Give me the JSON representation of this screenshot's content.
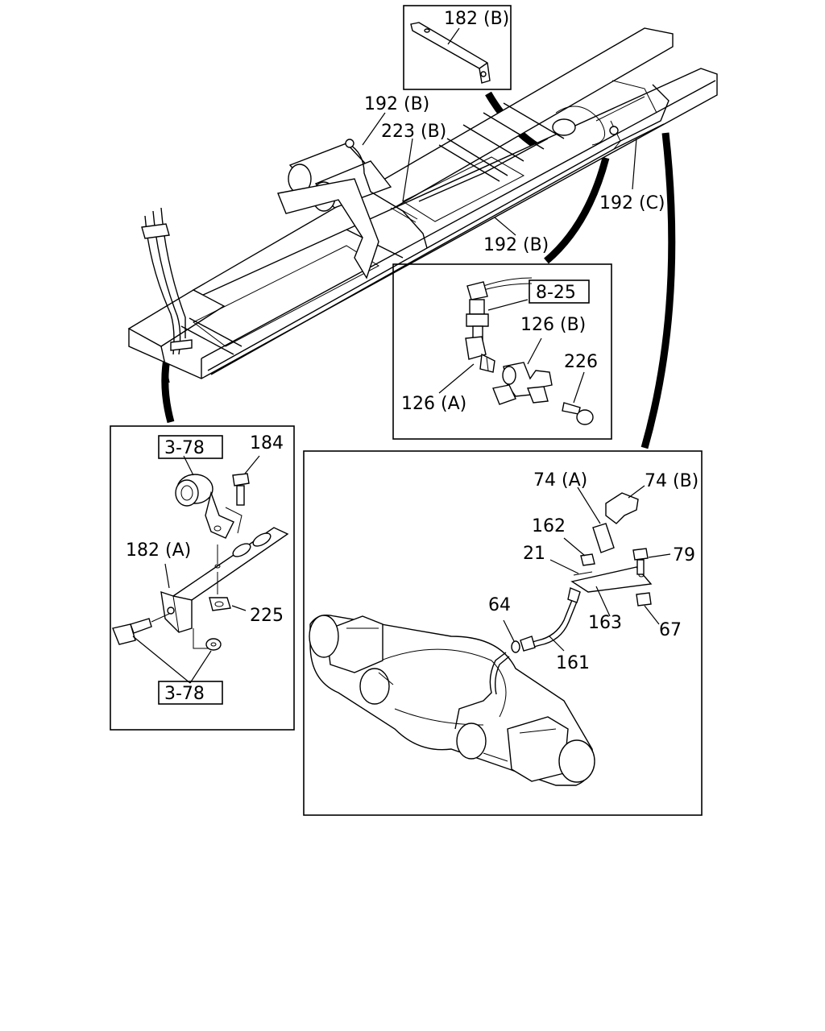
{
  "labels": {
    "l182b": "182 (B)",
    "l192b_top": "192 (B)",
    "l223b": "223 (B)",
    "l192c": "192 (C)",
    "l192b_mid": "192 (B)",
    "l825": "8-25",
    "l126b": "126 (B)",
    "l226": "226",
    "l126a": "126 (A)",
    "l378_top": "3-78",
    "l184": "184",
    "l182a": "182 (A)",
    "l225": "225",
    "l378_bot": "3-78",
    "l74a": "74 (A)",
    "l74b": "74 (B)",
    "l162": "162",
    "l21": "21",
    "l79": "79",
    "l64": "64",
    "l163": "163",
    "l67": "67",
    "l161": "161"
  }
}
